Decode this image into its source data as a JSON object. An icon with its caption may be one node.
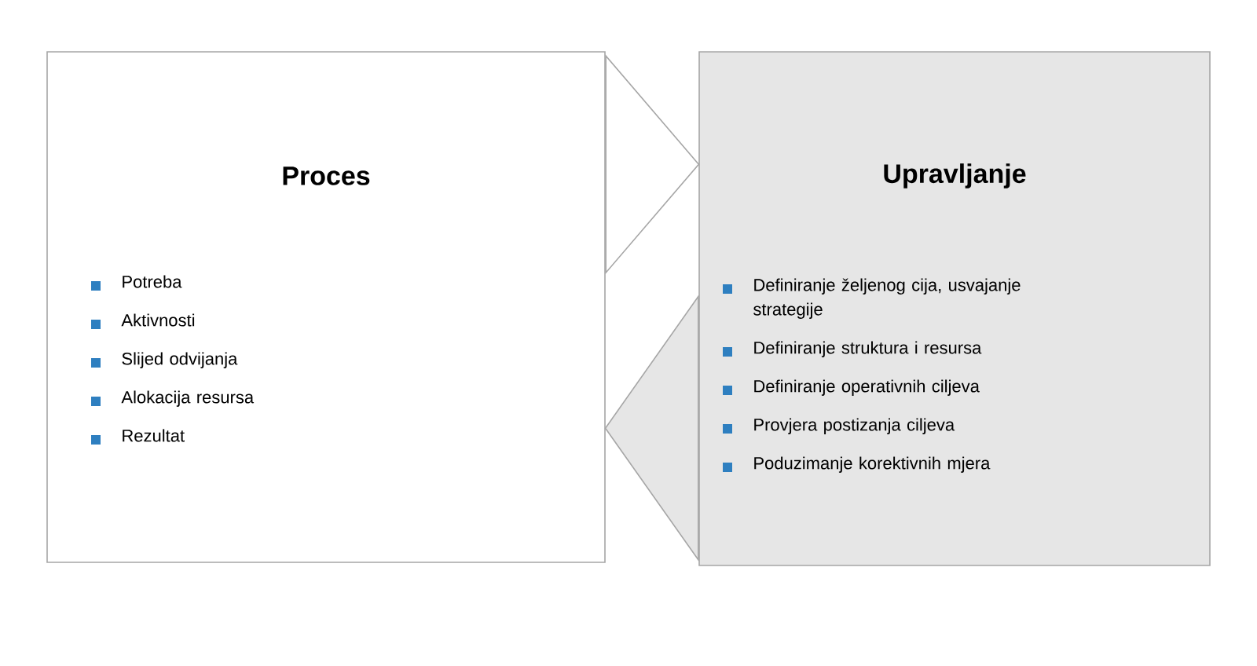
{
  "diagram": {
    "nodes": [
      {
        "text": [
          "Proces",
          "Potreba",
          "Aktivnosti",
          "Slijed odvijanja",
          "Alokacija resursa",
          "Rezultat"
        ]
      },
      {
        "text": [
          "Upravljanje",
          "Definiranje željenog cija, usvajanje strategije",
          "Definiranje struktura i resursa",
          "Definiranje operativnih ciljeva",
          "Provjera postizanja ciljeva",
          "Poduzimanje korektivnih mjera"
        ]
      }
    ],
    "edges": [
      {
        "from": 0,
        "to": 1,
        "arrow": "to"
      },
      {
        "from": 1,
        "to": 0,
        "arrow": "to"
      }
    ]
  }
}
